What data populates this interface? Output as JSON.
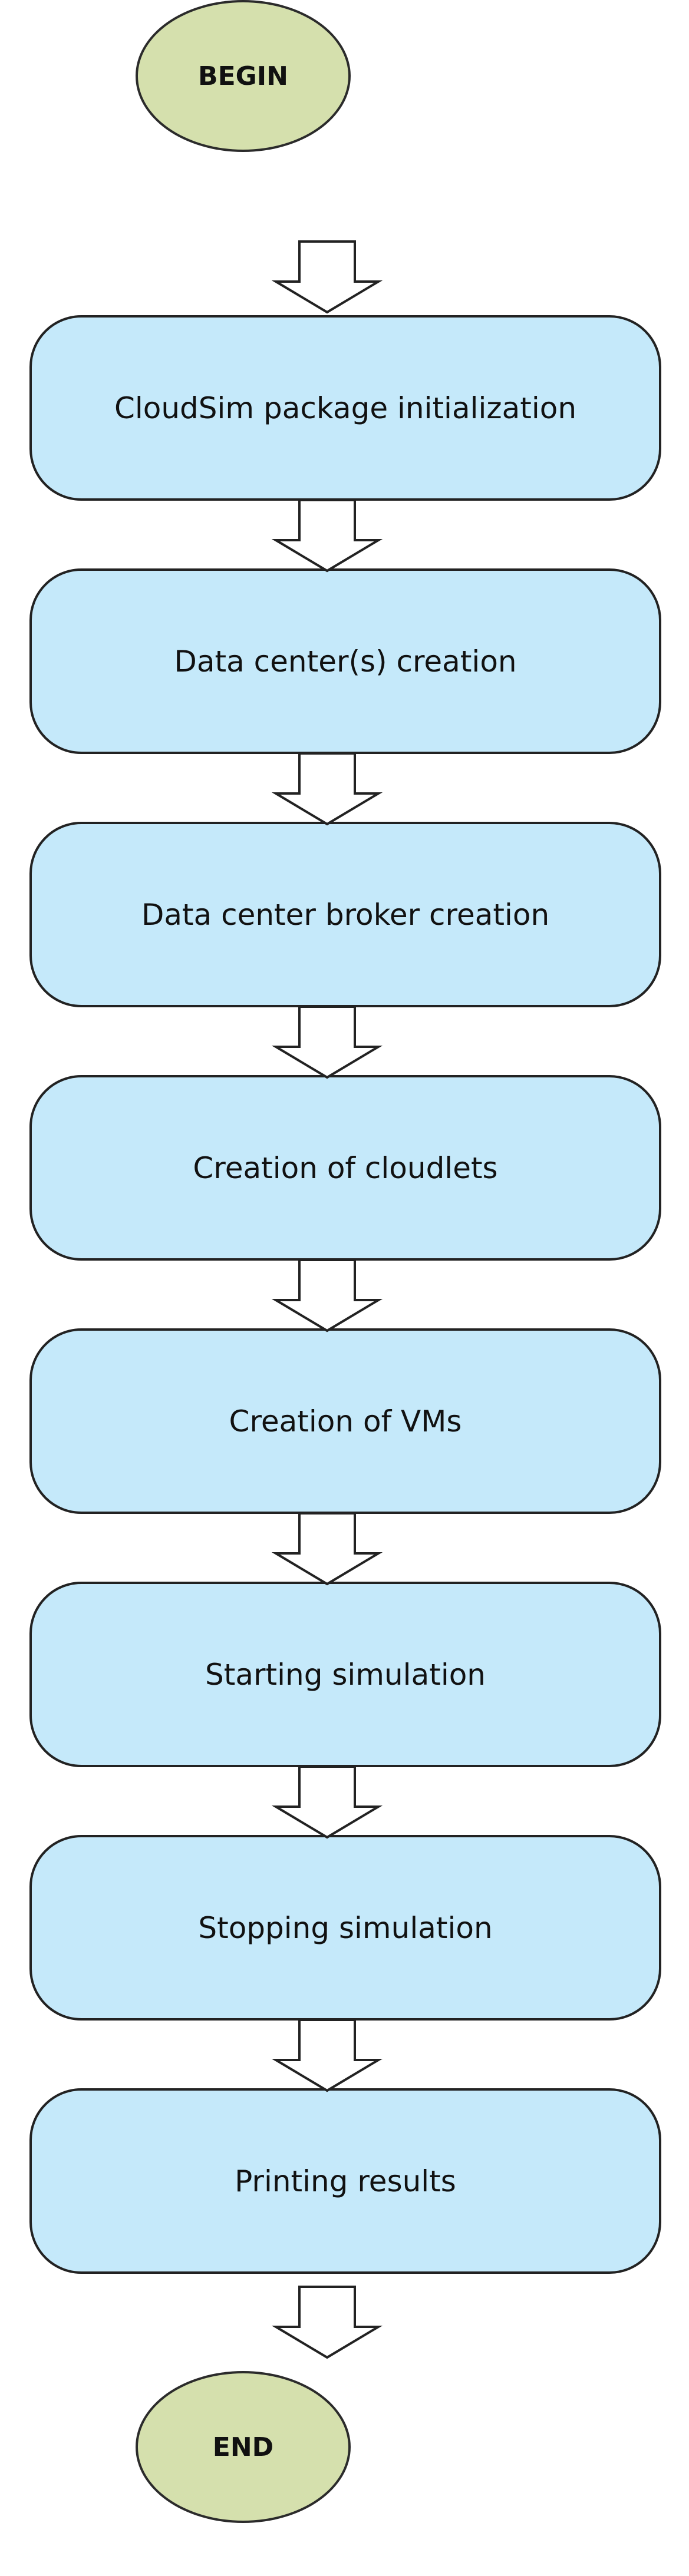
{
  "flowchart": {
    "begin": "BEGIN",
    "steps": [
      "CloudSim package initialization",
      "Data center(s) creation",
      "Data center broker creation",
      "Creation of cloudlets",
      "Creation of VMs",
      "Starting simulation",
      "Stopping simulation",
      "Printing results"
    ],
    "end": "END"
  },
  "colors": {
    "terminal_fill": "#d5e0ad",
    "step_fill": "#c5e9fa",
    "outline": "#222222"
  }
}
